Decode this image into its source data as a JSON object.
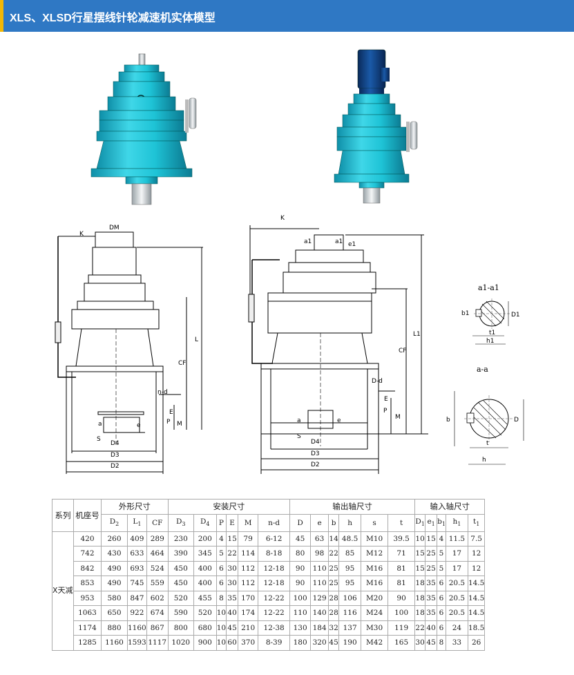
{
  "header": {
    "title": "XLS、XLSD行星摆线针轮减速机实体模型"
  },
  "colors": {
    "header_bg": "#2f78c4",
    "accent": "#f2b705",
    "model_cyan": "#1ec3d6"
  },
  "drawing_labels": {
    "left": {
      "K": "K",
      "DM": "DM",
      "L": "L",
      "CF": "CF",
      "nd": "n-d",
      "E": "E",
      "P": "P",
      "M": "M",
      "D4": "D4",
      "D3": "D3",
      "D2": "D2",
      "S": "S",
      "a": "a",
      "e": "e"
    },
    "right": {
      "K": "K",
      "a1": "a1",
      "e1": "e1",
      "L1": "L1",
      "CF": "CF",
      "Dd": "D-d",
      "E": "E",
      "P": "P",
      "M": "M",
      "D4": "D4",
      "D3": "D3",
      "D2": "D2",
      "S": "S",
      "a": "a",
      "e": "e"
    },
    "section_a1": {
      "title": "a1-a1",
      "b1": "b1",
      "t1": "t1",
      "h1": "h1",
      "D1": "D1"
    },
    "section_a": {
      "title": "a-a",
      "b": "b",
      "t": "t",
      "h": "h",
      "D": "D"
    }
  },
  "table": {
    "group_headers": {
      "series": "系列",
      "frame": "机座号",
      "outline": "外形尺寸",
      "install": "安装尺寸",
      "output": "输出轴尺寸",
      "input": "输入轴尺寸"
    },
    "sub_headers": {
      "D2": "D",
      "D2_sub": "2",
      "L1": "L",
      "L1_sub": "1",
      "CF": "CF",
      "D3": "D",
      "D3_sub": "3",
      "D4": "D",
      "D4_sub": "4",
      "P": "P",
      "E": "E",
      "M": "M",
      "nd": "n-d",
      "D": "D",
      "e": "e",
      "b": "b",
      "h": "h",
      "s": "s",
      "t": "t",
      "D1": "D",
      "D1_sub": "1",
      "e1": "e",
      "e1_sub": "1",
      "b1": "b",
      "b1_sub": "1",
      "h1": "h",
      "h1_sub": "1",
      "t1": "t",
      "t1_sub": "1"
    },
    "series_label": "X天减",
    "rows": [
      [
        "420",
        "260",
        "409",
        "289",
        "230",
        "200",
        "4",
        "15",
        "79",
        "6-12",
        "45",
        "63",
        "14",
        "48.5",
        "M10",
        "39.5",
        "10",
        "15",
        "4",
        "11.5",
        "7.5"
      ],
      [
        "742",
        "430",
        "633",
        "464",
        "390",
        "345",
        "5",
        "22",
        "114",
        "8-18",
        "80",
        "98",
        "22",
        "85",
        "M12",
        "71",
        "15",
        "25",
        "5",
        "17",
        "12"
      ],
      [
        "842",
        "490",
        "693",
        "524",
        "450",
        "400",
        "6",
        "30",
        "112",
        "12-18",
        "90",
        "110",
        "25",
        "95",
        "M16",
        "81",
        "15",
        "25",
        "5",
        "17",
        "12"
      ],
      [
        "853",
        "490",
        "745",
        "559",
        "450",
        "400",
        "6",
        "30",
        "112",
        "12-18",
        "90",
        "110",
        "25",
        "95",
        "M16",
        "81",
        "18",
        "35",
        "6",
        "20.5",
        "14.5"
      ],
      [
        "953",
        "580",
        "847",
        "602",
        "520",
        "455",
        "8",
        "35",
        "170",
        "12-22",
        "100",
        "129",
        "28",
        "106",
        "M20",
        "90",
        "18",
        "35",
        "6",
        "20.5",
        "14.5"
      ],
      [
        "1063",
        "650",
        "922",
        "674",
        "590",
        "520",
        "10",
        "40",
        "174",
        "12-22",
        "110",
        "140",
        "28",
        "116",
        "M24",
        "100",
        "18",
        "35",
        "6",
        "20.5",
        "14.5"
      ],
      [
        "1174",
        "880",
        "1160",
        "867",
        "800",
        "680",
        "10",
        "45",
        "210",
        "12-38",
        "130",
        "184",
        "32",
        "137",
        "M30",
        "119",
        "22",
        "40",
        "6",
        "24",
        "18.5"
      ],
      [
        "1285",
        "1160",
        "1593",
        "1117",
        "1020",
        "900",
        "10",
        "60",
        "370",
        "8-39",
        "180",
        "320",
        "45",
        "190",
        "M42",
        "165",
        "30",
        "45",
        "8",
        "33",
        "26"
      ]
    ]
  }
}
